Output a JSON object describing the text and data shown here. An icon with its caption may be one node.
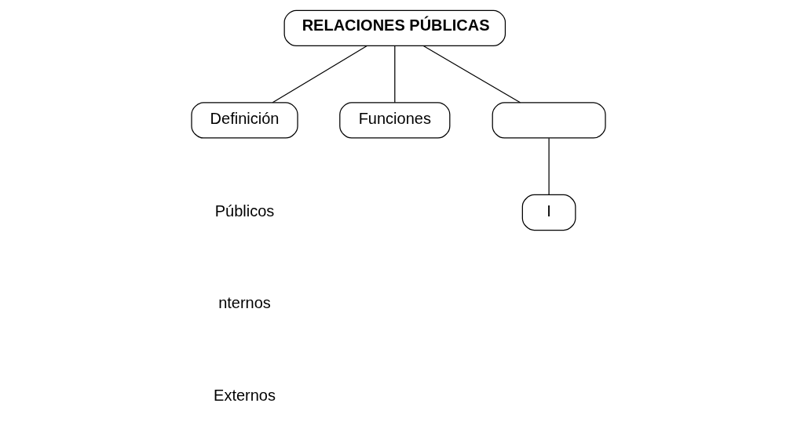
{
  "diagram": {
    "nodes": [
      {
        "text": [
          "RELACIONES PÚBLICAS"
        ]
      },
      {
        "text": [
          "Definición"
        ]
      },
      {
        "text": [
          "Funciones"
        ]
      },
      {
        "text": [],
        "shape": "box"
      },
      {
        "text": [
          "I"
        ]
      }
    ],
    "edges": [
      {
        "from": 0,
        "to": 1,
        "arrow": "none"
      },
      {
        "from": 0,
        "to": 2,
        "arrow": "none"
      },
      {
        "from": 0,
        "to": 3,
        "arrow": "none"
      },
      {
        "from": 3,
        "to": 4,
        "arrow": "none"
      }
    ],
    "labels": [
      "Públicos",
      "nternos",
      "Externos"
    ]
  }
}
